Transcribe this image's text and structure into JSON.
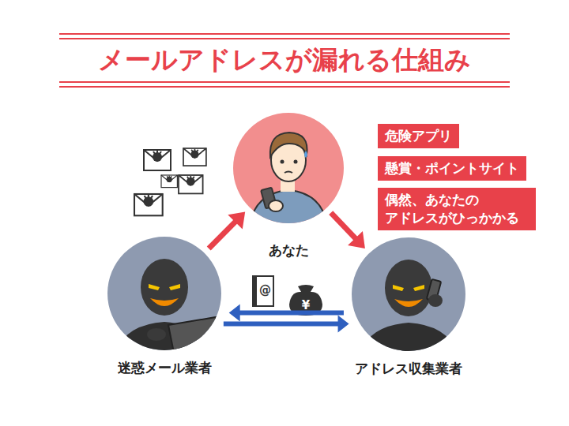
{
  "diagram": {
    "title": "メールアドレスが漏れる仕組み",
    "nodes": [
      {
        "text": [
          "あなた"
        ]
      },
      {
        "text": [
          "危険アプリ"
        ]
      },
      {
        "text": [
          "懸賞・ポイントサイト"
        ]
      },
      {
        "text": [
          "偶然、あなたの アドレスがひっかかる"
        ]
      },
      {
        "text": [
          "迷惑メール業者"
        ]
      },
      {
        "text": [
          "アドレス収集業者"
        ]
      }
    ],
    "edges": [
      {
        "from": 4,
        "to": 0,
        "arrow": "to"
      },
      {
        "from": 0,
        "to": 5,
        "arrow": "to"
      },
      {
        "from": 5,
        "to": 4,
        "arrow": "to"
      },
      {
        "from": 4,
        "to": 5,
        "arrow": "to"
      }
    ],
    "labels": [
      "@",
      "¥"
    ]
  }
}
